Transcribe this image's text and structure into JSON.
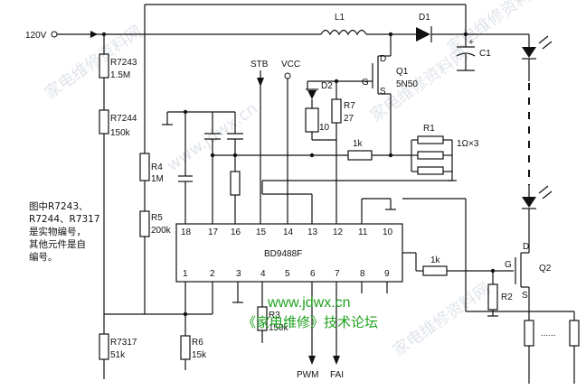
{
  "input": {
    "voltage": "120V"
  },
  "resistors": {
    "r7243": {
      "name": "R7243",
      "value": "1.5M"
    },
    "r7244": {
      "name": "R7244",
      "value": "150k"
    },
    "r4": {
      "name": "R4",
      "value": "1M"
    },
    "r5": {
      "name": "R5",
      "value": "200k"
    },
    "r7317": {
      "name": "R7317",
      "value": "51k"
    },
    "r6": {
      "name": "R6",
      "value": "15k"
    },
    "r3": {
      "name": "R3",
      "value": "150k"
    },
    "r7": {
      "name": "R7",
      "value": "27"
    },
    "r10": {
      "value": "10"
    },
    "r1": {
      "name": "R1",
      "value": "1Ω×3"
    },
    "r1k_top": {
      "value": "1k"
    },
    "r1k_gate": {
      "value": "1k"
    },
    "r2": {
      "name": "R2"
    }
  },
  "components": {
    "l1": "L1",
    "d1": "D1",
    "c1": "C1",
    "d2": "D2",
    "q1": {
      "name": "Q1",
      "part": "5N50",
      "d": "D",
      "g": "G",
      "s": "S"
    },
    "q2": {
      "name": "Q2",
      "d": "D",
      "g": "G",
      "s": "S"
    },
    "c1_plus": "+",
    "led_dots": "......"
  },
  "ic": {
    "name": "BD9488F",
    "top_pins": [
      "18",
      "17",
      "16",
      "15",
      "14",
      "13",
      "12",
      "11",
      "10"
    ],
    "bottom_pins": [
      "1",
      "2",
      "3",
      "4",
      "5",
      "6",
      "7",
      "8",
      "9"
    ]
  },
  "signals": {
    "stb": "STB",
    "vcc": "VCC",
    "pwm": "PWM",
    "fai": "FAI"
  },
  "note": [
    "图中R7243、",
    "R7244、R7317",
    "是实物编号，",
    "其他元件是自",
    "编号。"
  ],
  "watermarks": {
    "site": "www.jdwx.cn",
    "forum": "《家电维修》技术论坛",
    "faint": [
      "家电维修资料网",
      "家电维修资料网",
      "家电维修资料网",
      "家电维修资料网",
      "www.jdwx.cn"
    ]
  }
}
